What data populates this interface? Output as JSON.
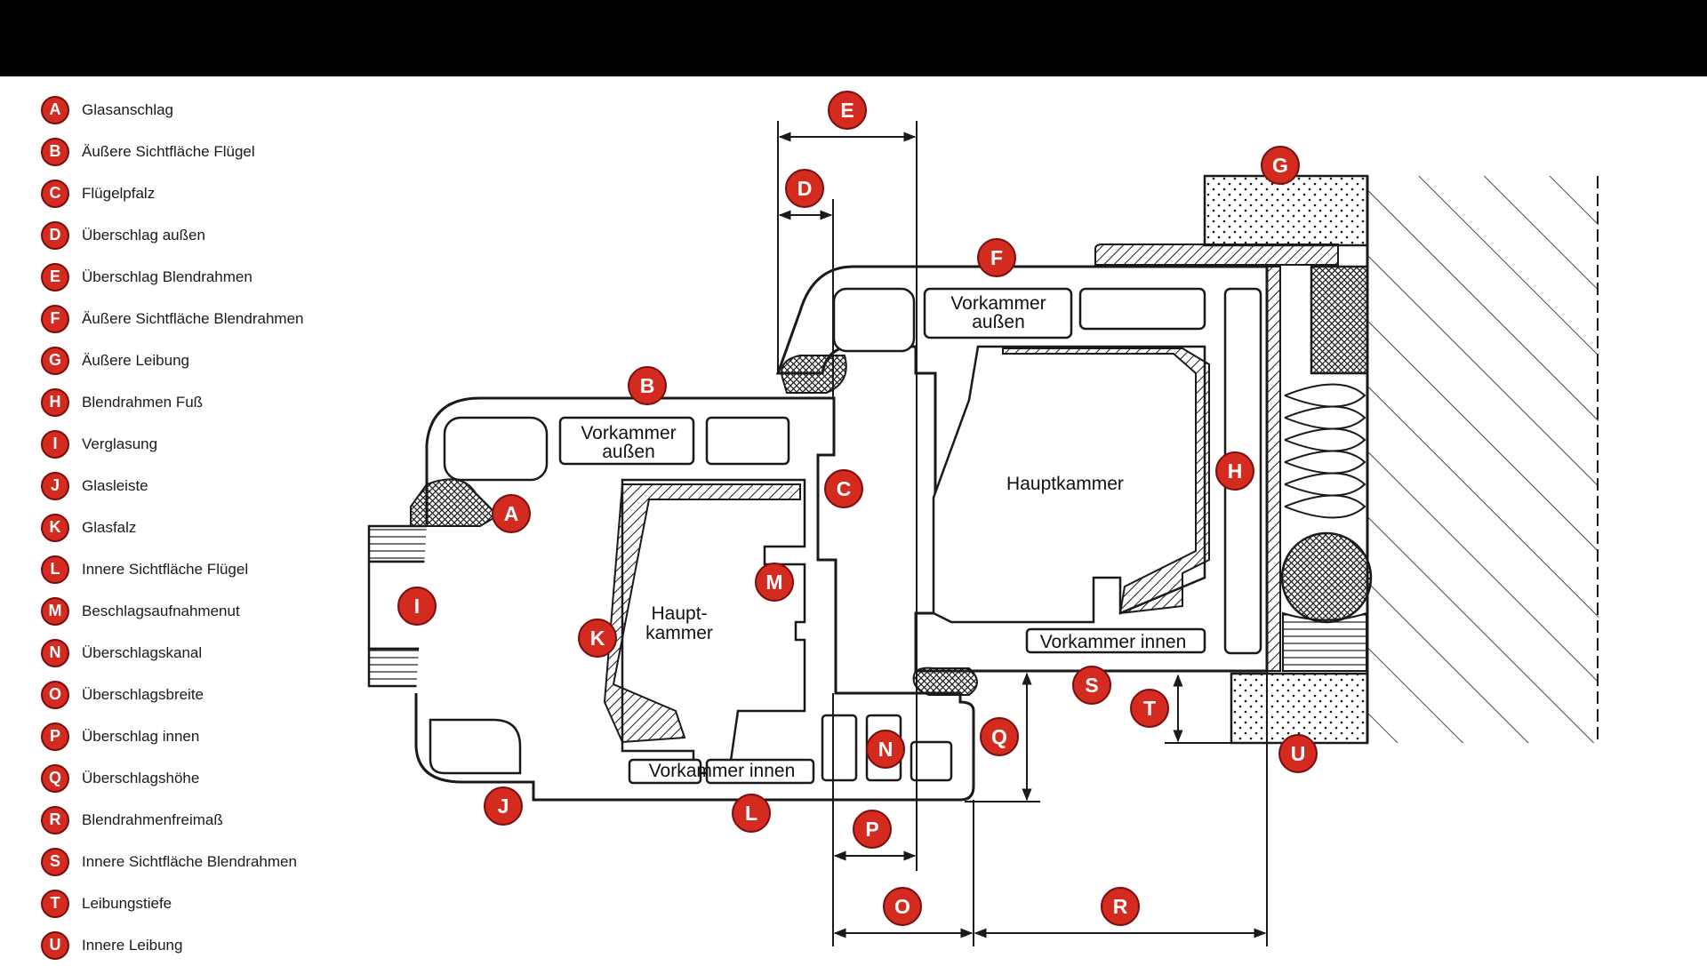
{
  "theme": {
    "marker_fill": "#d42b20",
    "marker_border": "#7a0d0d",
    "top_bar": "#000000",
    "line": "#1a1a1a"
  },
  "legend": [
    {
      "key": "A",
      "label": "Glasanschlag"
    },
    {
      "key": "B",
      "label": "Äußere Sichtfläche Flügel"
    },
    {
      "key": "C",
      "label": "Flügelpfalz"
    },
    {
      "key": "D",
      "label": "Überschlag außen"
    },
    {
      "key": "E",
      "label": "Überschlag Blendrahmen"
    },
    {
      "key": "F",
      "label": "Äußere Sichtfläche Blendrahmen"
    },
    {
      "key": "G",
      "label": "Äußere Leibung"
    },
    {
      "key": "H",
      "label": "Blendrahmen Fuß"
    },
    {
      "key": "I",
      "label": "Verglasung"
    },
    {
      "key": "J",
      "label": "Glasleiste"
    },
    {
      "key": "K",
      "label": "Glasfalz"
    },
    {
      "key": "L",
      "label": "Innere Sichtfläche Flügel"
    },
    {
      "key": "M",
      "label": "Beschlagsaufnahmenut"
    },
    {
      "key": "N",
      "label": "Überschlagskanal"
    },
    {
      "key": "O",
      "label": "Überschlagsbreite"
    },
    {
      "key": "P",
      "label": "Überschlag innen"
    },
    {
      "key": "Q",
      "label": "Überschlagshöhe"
    },
    {
      "key": "R",
      "label": "Blendrahmenfreimaß"
    },
    {
      "key": "S",
      "label": "Innere Sichtfläche Blendrahmen"
    },
    {
      "key": "T",
      "label": "Leibungstiefe"
    },
    {
      "key": "U",
      "label": "Innere Leibung"
    }
  ],
  "chambers": {
    "sash_outer_line1": "Vorkammer",
    "sash_outer_line2": "außen",
    "frame_outer_line1": "Vorkammer",
    "frame_outer_line2": "außen",
    "sash_main_line1": "Haupt-",
    "sash_main_line2": "kammer",
    "frame_main": "Hauptkammer",
    "sash_inner": "Vorkammer innen",
    "frame_inner": "Vorkammer innen"
  },
  "markers": {
    "A": "A",
    "B": "B",
    "C": "C",
    "D": "D",
    "E": "E",
    "F": "F",
    "G": "G",
    "H": "H",
    "I": "I",
    "J": "J",
    "K": "K",
    "L": "L",
    "M": "M",
    "N": "N",
    "O": "O",
    "P": "P",
    "Q": "Q",
    "R": "R",
    "S": "S",
    "T": "T",
    "U": "U"
  }
}
